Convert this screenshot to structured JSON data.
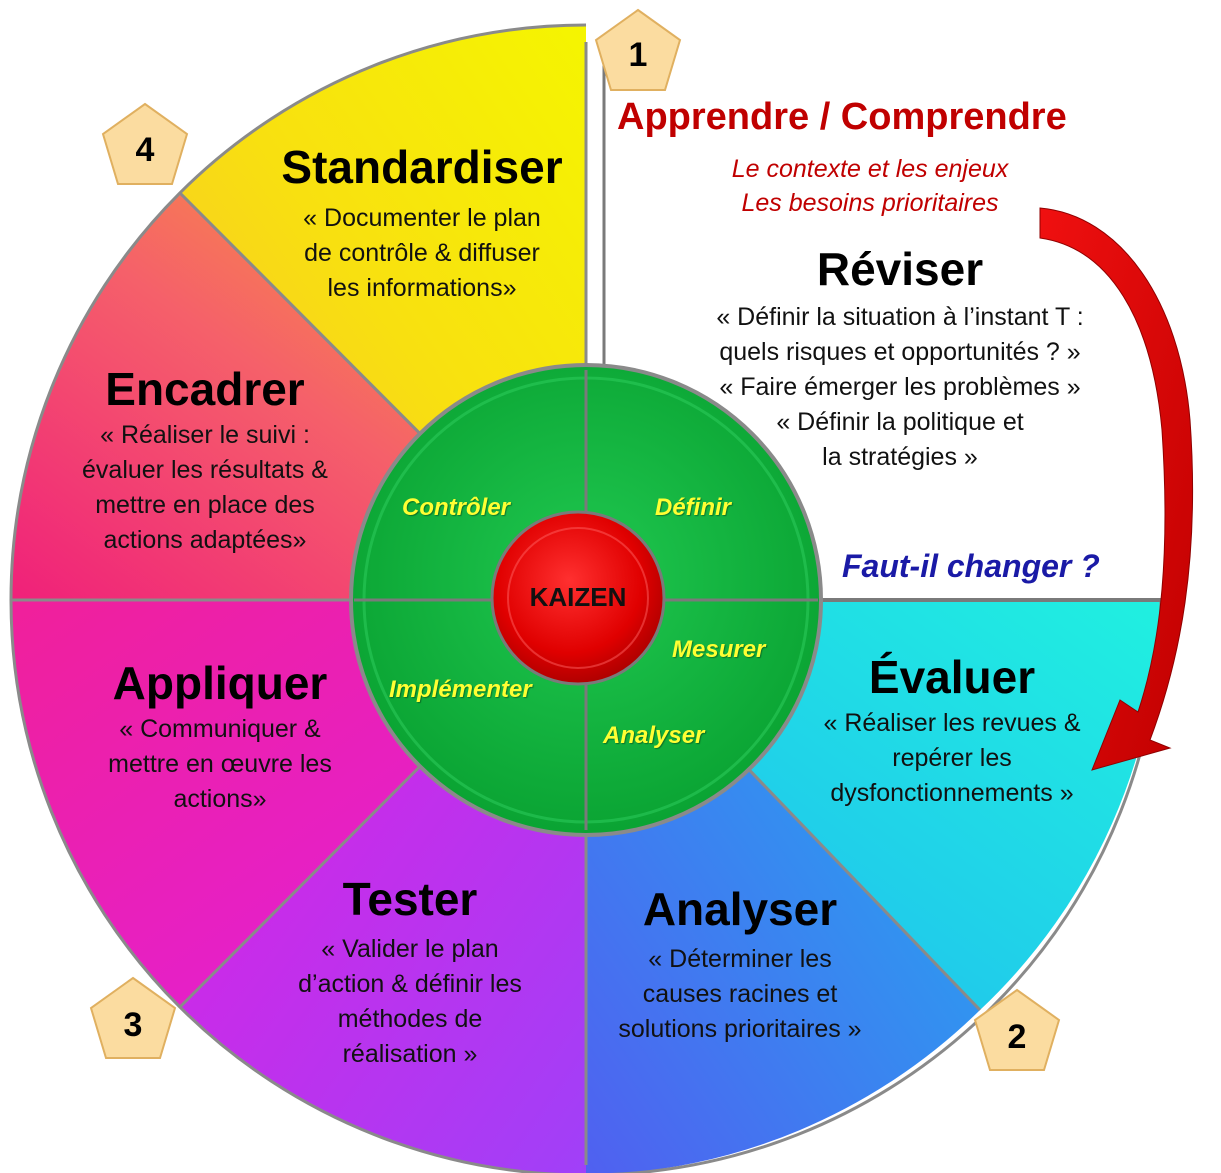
{
  "center": {
    "label": "KAIZEN"
  },
  "header": {
    "title": "Apprendre / Comprendre",
    "subtitle_lines": [
      "Le contexte et les enjeux",
      "Les besoins prioritaires"
    ]
  },
  "question": "Faut-il changer ?",
  "inner_ring": {
    "controler": "Contrôler",
    "definir": "Définir",
    "mesurer": "Mesurer",
    "analyser": "Analyser",
    "implementer": "Implémenter"
  },
  "phases": {
    "reviser": {
      "title": "Réviser",
      "lines": [
        "« Définir la situation à l’instant T :",
        "quels risques et opportunités ? »",
        "« Faire émerger les problèmes »",
        "« Définir la politique et",
        "la stratégies »"
      ]
    },
    "evaluer": {
      "title": "Évaluer",
      "lines": [
        "« Réaliser les revues &",
        "repérer les",
        "dysfonctionnements »"
      ]
    },
    "analyser": {
      "title": "Analyser",
      "lines": [
        "« Déterminer les",
        "causes racines et",
        "solutions prioritaires »"
      ]
    },
    "tester": {
      "title": "Tester",
      "lines": [
        "« Valider le plan",
        "d’action & définir les",
        "méthodes de",
        "réalisation »"
      ]
    },
    "appliquer": {
      "title": "Appliquer",
      "lines": [
        "« Communiquer  &",
        "mettre en œuvre les",
        "actions»"
      ]
    },
    "encadrer": {
      "title": "Encadrer",
      "lines": [
        "« Réaliser le suivi :",
        "évaluer les résultats &",
        "mettre en place des",
        "actions adaptées»"
      ]
    },
    "standardiser": {
      "title": "Standardiser",
      "lines": [
        "« Documenter le plan",
        "de contrôle & diffuser",
        "les informations»"
      ]
    }
  },
  "badges": {
    "b1": "1",
    "b2": "2",
    "b3": "3",
    "b4": "4"
  },
  "colors": {
    "yellow": "#f5f000",
    "orange": "#f7a020",
    "pink": "#f0208a",
    "magenta": "#e620d0",
    "purple": "#b040f0",
    "blue": "#3080f0",
    "cyan": "#18e8e8",
    "green": "#10b040",
    "red": "#e00000",
    "badge": "#fbdca0"
  }
}
